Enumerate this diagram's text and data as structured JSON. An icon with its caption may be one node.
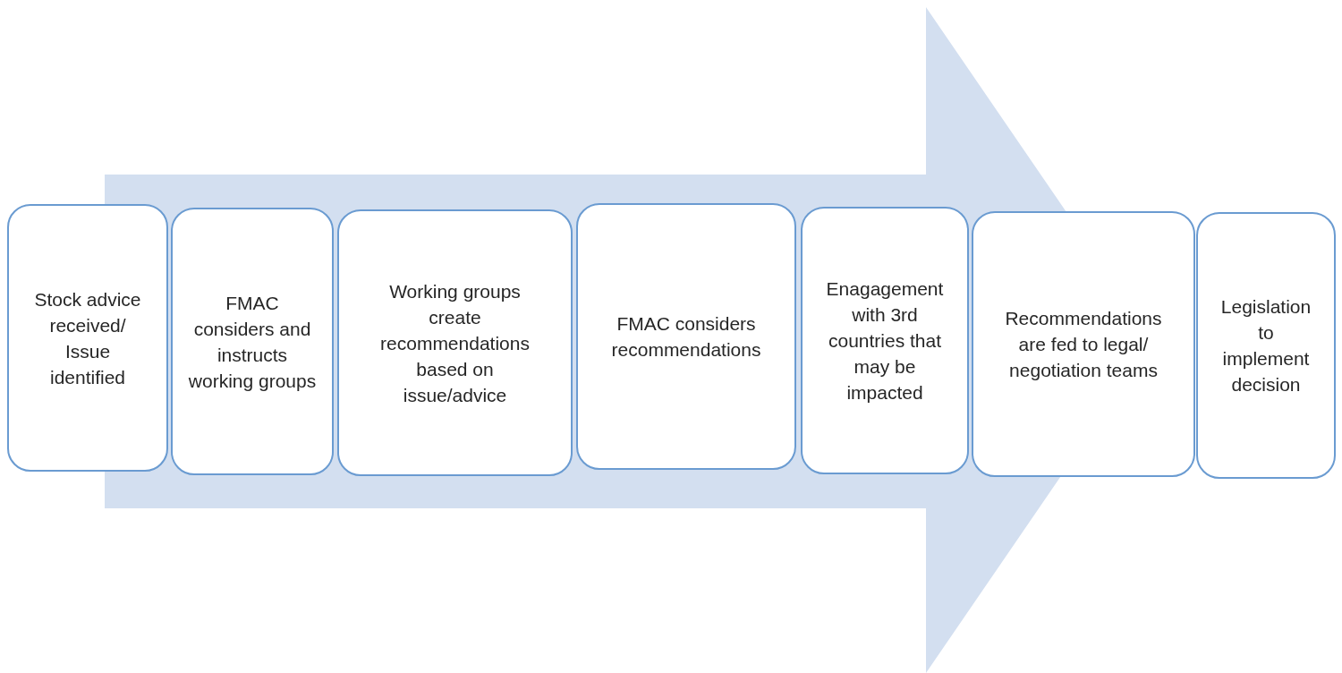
{
  "diagram": {
    "nodes": [
      {
        "text": [
          "Stock advice received/ Issue identified"
        ]
      },
      {
        "text": [
          "FMAC considers and instructs working groups"
        ]
      },
      {
        "text": [
          "Working groups create recommendations based on issue/advice"
        ]
      },
      {
        "text": [
          "FMAC considers recommendations"
        ]
      },
      {
        "text": [
          "Enagagement with 3rd countries that may be impacted"
        ]
      },
      {
        "text": [
          "Recommendations are fed to legal/ negotiation teams"
        ]
      },
      {
        "text": [
          "Legislation to implement decision"
        ]
      }
    ],
    "edges": [
      {
        "from": 0,
        "to": 5,
        "arrow": "to"
      }
    ]
  }
}
